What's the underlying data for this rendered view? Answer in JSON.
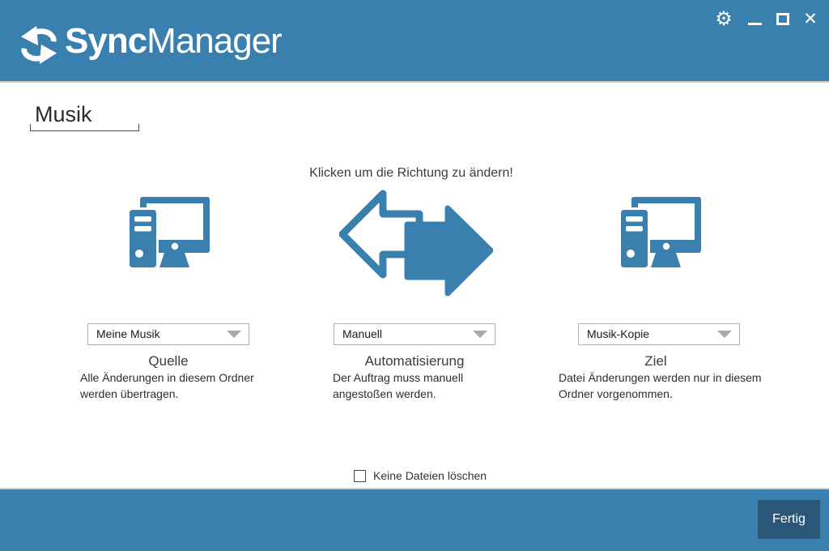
{
  "app": {
    "title_bold": "Sync",
    "title_regular": "Manager"
  },
  "titlebar_icons": {
    "logo": "sync-arrows-icon",
    "settings": "gear-icon",
    "minimize": "minimize-icon",
    "maximize": "maximize-icon",
    "close": "close-icon"
  },
  "job": {
    "name": "Musik"
  },
  "direction": {
    "hint": "Klicken um die Richtung zu ändern!",
    "state": "left-to-right",
    "arrow_icon": "direction-arrows-icon"
  },
  "columns": {
    "source": {
      "icon": "computer-icon",
      "dropdown_value": "Meine Musik",
      "label": "Quelle",
      "description": "Alle Änderungen in diesem Ordner\nwerden übertragen."
    },
    "automation": {
      "dropdown_value": "Manuell",
      "label": "Automatisierung",
      "description": "Der Auftrag muss manuell\nangestoßen werden."
    },
    "target": {
      "icon": "computer-icon",
      "dropdown_value": "Musik-Kopie",
      "label": "Ziel",
      "description": "Datei Änderungen werden nur in diesem\nOrdner vorgenommen."
    }
  },
  "options": {
    "no_delete_label": "Keine Dateien löschen",
    "no_delete_checked": false
  },
  "footer": {
    "done_label": "Fertig"
  },
  "colors": {
    "primary_blue": "#3a80ae",
    "button_dark_blue": "#2b5778",
    "header_border": "#c9c9c9",
    "dropdown_border": "#b3b3b3",
    "text_dark": "#2e2e2e"
  }
}
